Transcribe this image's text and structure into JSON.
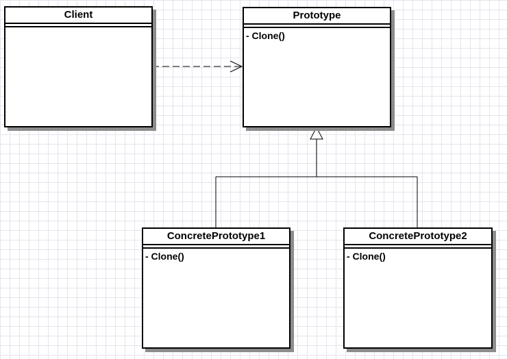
{
  "diagram": {
    "classes": {
      "client": {
        "name": "Client",
        "operations": []
      },
      "prototype": {
        "name": "Prototype",
        "operations": [
          "- Clone()"
        ]
      },
      "concrete1": {
        "name": "ConcretePrototype1",
        "operations": [
          "- Clone()"
        ]
      },
      "concrete2": {
        "name": "ConcretePrototype2",
        "operations": [
          "- Clone()"
        ]
      }
    },
    "relations": [
      {
        "type": "dependency",
        "from": "Client",
        "to": "Prototype",
        "style": "dashed-open-arrow"
      },
      {
        "type": "generalization",
        "from": "ConcretePrototype1",
        "to": "Prototype",
        "style": "hollow-triangle"
      },
      {
        "type": "generalization",
        "from": "ConcretePrototype2",
        "to": "Prototype",
        "style": "hollow-triangle"
      }
    ]
  }
}
